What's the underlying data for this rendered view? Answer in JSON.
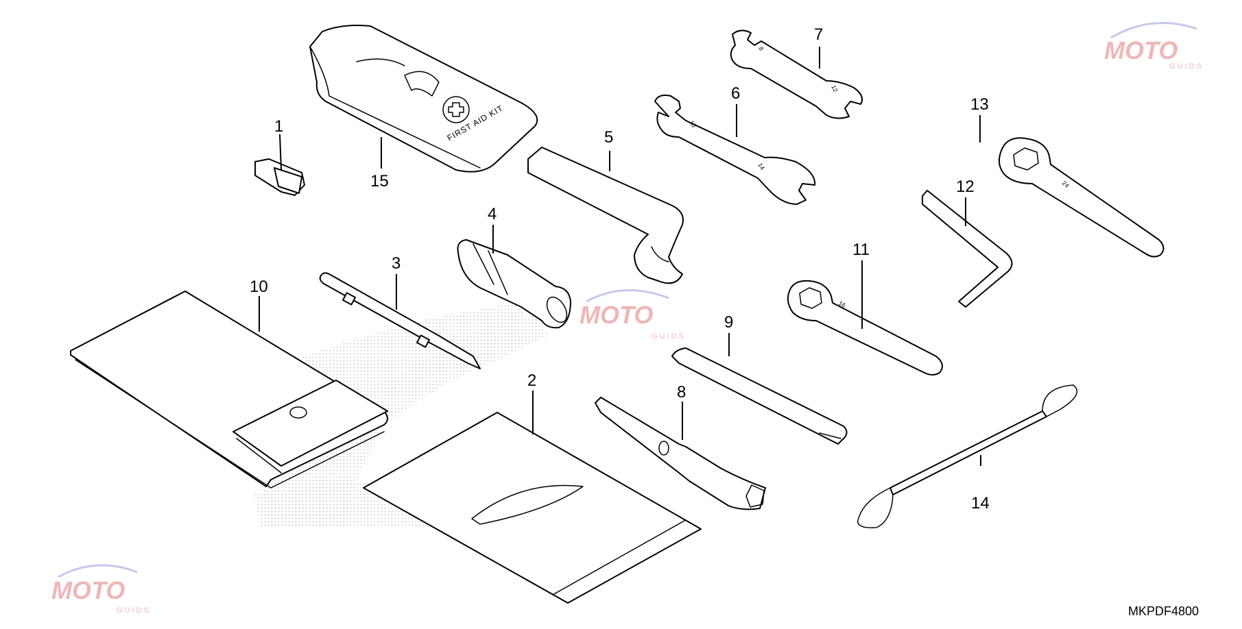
{
  "callouts": [
    {
      "id": "1",
      "label": "1"
    },
    {
      "id": "2",
      "label": "2"
    },
    {
      "id": "3",
      "label": "3"
    },
    {
      "id": "4",
      "label": "4"
    },
    {
      "id": "5",
      "label": "5"
    },
    {
      "id": "6",
      "label": "6"
    },
    {
      "id": "7",
      "label": "7"
    },
    {
      "id": "8",
      "label": "8"
    },
    {
      "id": "9",
      "label": "9"
    },
    {
      "id": "10",
      "label": "10"
    },
    {
      "id": "11",
      "label": "11"
    },
    {
      "id": "12",
      "label": "12"
    },
    {
      "id": "13",
      "label": "13"
    },
    {
      "id": "14",
      "label": "14"
    },
    {
      "id": "15",
      "label": "15"
    }
  ],
  "diagram_code": "MKPDF4800",
  "first_aid_kit_text": "FIRST AID KIT",
  "wrench_marks": {
    "w6_a": "10",
    "w6_b": "14",
    "w7_a": "8",
    "w7_b": "12",
    "w11": "16",
    "w13": "24"
  },
  "watermark": {
    "main": "MOTO",
    "sub": "GUIDS"
  },
  "colors": {
    "line": "#000000",
    "watermark_red": "#e07070",
    "watermark_blue": "#8a94d8",
    "background": "#ffffff"
  }
}
